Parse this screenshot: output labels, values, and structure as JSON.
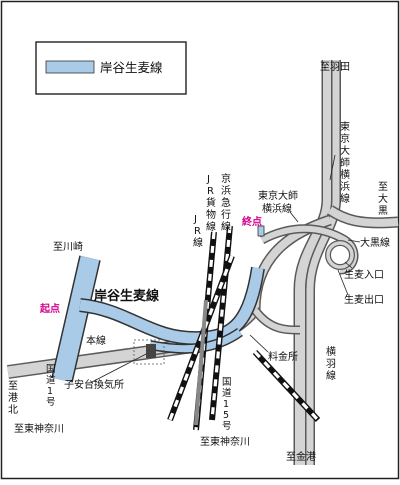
{
  "legend": {
    "label": "岸谷生麦線",
    "swatch_color": "#a9cbe8"
  },
  "route_title": "岸谷生麦線",
  "labels": {
    "haneda": "至羽田",
    "kawasaki": "至川崎",
    "yokohama_kita": [
      "至",
      "港",
      "北"
    ],
    "higashikanagawa_left": "至東神奈川",
    "higashikanagawa_bottom": "至東神奈川",
    "kanako": "至金港",
    "daikoku": [
      "至",
      "大",
      "黒"
    ],
    "daikoku_line": "大黒線",
    "namamugi_in": "生麦入口",
    "namamugi_out": "生麦出口",
    "tokyo_daishi_yokohama_vertical": [
      "東",
      "京",
      "大",
      "師",
      "横",
      "浜",
      "線"
    ],
    "tokyo_daishi_yokohama_block": [
      "東京大師",
      "横浜線"
    ],
    "keikyu": [
      "京",
      "浜",
      "急",
      "行",
      "線"
    ],
    "jr_freight": [
      "J",
      "R",
      "貨",
      "物",
      "線"
    ],
    "jr_line": [
      "J",
      "R",
      "線"
    ],
    "honsen": "本線",
    "national_route_1": [
      "国",
      "道",
      "1",
      "号"
    ],
    "national_route_15": [
      "国",
      "道",
      "1",
      "5",
      "号"
    ],
    "koyasudai": "子安台換気所",
    "toll": "料金所",
    "yokohane": [
      "横",
      "羽",
      "線"
    ],
    "start": "起点",
    "end": "終点"
  },
  "colors": {
    "route_fill": "#a9cbe8",
    "road_fill": "#d4d4d4",
    "road_edge": "#5a5a5a",
    "rail": "#111111",
    "marker": "#d6008c"
  }
}
